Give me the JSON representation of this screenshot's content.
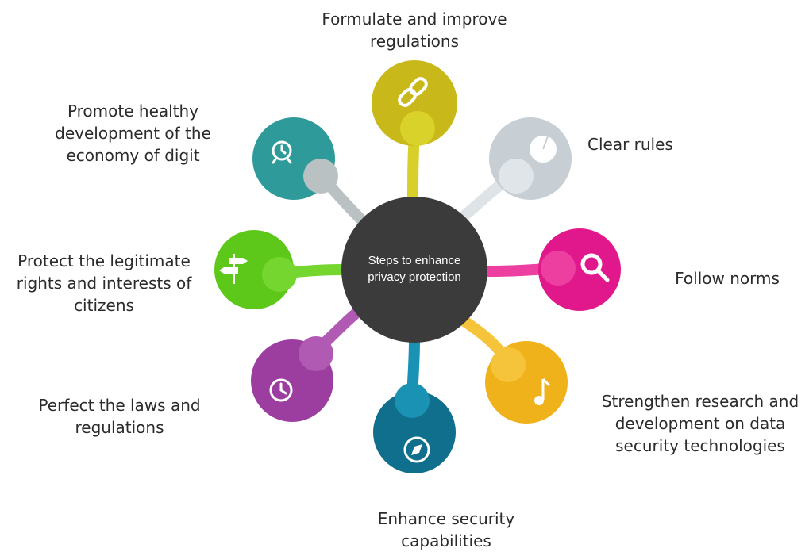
{
  "center": {
    "line1": "Steps to enhance",
    "line2": "privacy protection"
  },
  "nodes": [
    {
      "id": "top",
      "label": "Formulate and improve\nregulations",
      "color": "#c9b81a",
      "icon": "link-icon"
    },
    {
      "id": "clear",
      "label": "Clear rules",
      "color": "#c7cfd4",
      "icon": "pie-icon"
    },
    {
      "id": "follow",
      "label": "Follow norms",
      "color": "#e0188c",
      "icon": "search-icon"
    },
    {
      "id": "strength",
      "label": "Strengthen research and\ndevelopment on data\nsecurity technologies",
      "color": "#f0b21a",
      "icon": "music-note-icon"
    },
    {
      "id": "enhance",
      "label": "Enhance security\ncapabilities",
      "color": "#0f6f8c",
      "icon": "compass-icon"
    },
    {
      "id": "perfect",
      "label": "Perfect the laws and\nregulations",
      "color": "#9c3ea0",
      "icon": "clock-icon"
    },
    {
      "id": "protect",
      "label": "Protect the legitimate\nrights and interests of\ncitizens",
      "color": "#5ec81a",
      "icon": "signpost-icon"
    },
    {
      "id": "promote",
      "label": "Promote healthy\ndevelopment of the\neconomy of digit",
      "color": "#2f9a9a",
      "icon": "alarm-clock-icon"
    }
  ]
}
